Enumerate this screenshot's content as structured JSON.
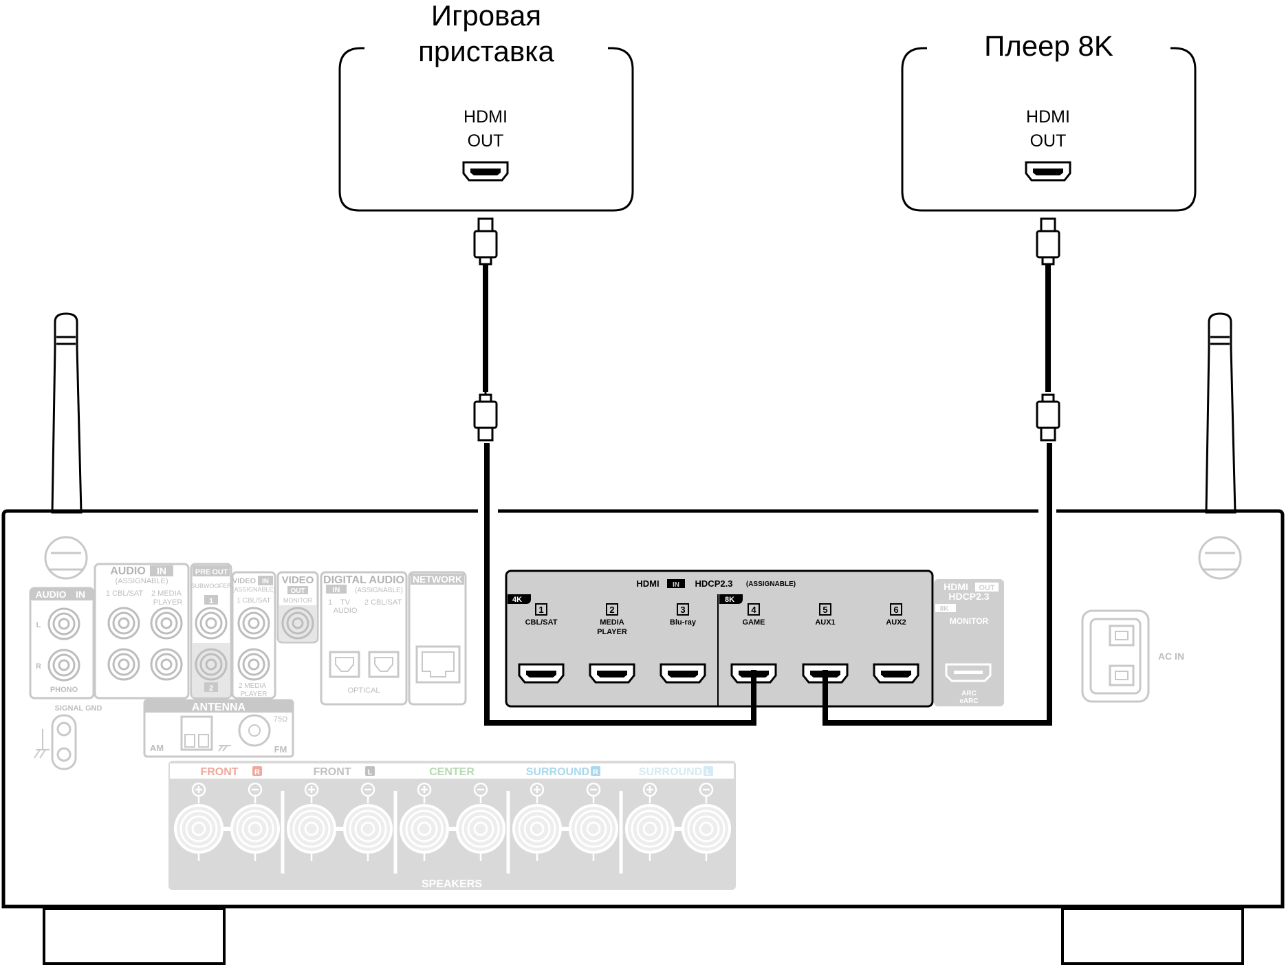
{
  "devices": {
    "game": {
      "title_line1": "Игровая",
      "title_line2": "приставка",
      "port_line1": "HDMI",
      "port_line2": "OUT"
    },
    "player": {
      "title": "Плеер 8K",
      "port_line1": "HDMI",
      "port_line2": "OUT"
    }
  },
  "receiver": {
    "hdmi_in": {
      "header_hdmi": "HDMI",
      "header_in": "IN",
      "header_hdcp": "HDCP2.3",
      "header_assignable": "(ASSIGNABLE)",
      "badge_4k": "4K",
      "badge_8k": "8K",
      "inputs": [
        {
          "num": "1",
          "line1": "CBL/SAT",
          "line2": ""
        },
        {
          "num": "2",
          "line1": "MEDIA",
          "line2": "PLAYER"
        },
        {
          "num": "3",
          "line1": "Blu-ray",
          "line2": ""
        },
        {
          "num": "4",
          "line1": "GAME",
          "line2": ""
        },
        {
          "num": "5",
          "line1": "AUX1",
          "line2": ""
        },
        {
          "num": "6",
          "line1": "AUX2",
          "line2": ""
        }
      ]
    },
    "hdmi_out": {
      "hdmi": "HDMI",
      "out": "OUT",
      "hdcp": "HDCP2.3",
      "badge_8k": "8K",
      "monitor": "MONITOR",
      "arc": "ARC",
      "earc": "eARC"
    },
    "audio_in_phono": {
      "title": "AUDIO",
      "in": "IN",
      "l": "L",
      "r": "R",
      "phono": "PHONO",
      "signal_gnd": "SIGNAL GND"
    },
    "audio_in_assignable": {
      "title": "AUDIO",
      "in": "IN",
      "assignable": "(ASSIGNABLE)",
      "col1": "1 CBL/SAT",
      "col2a": "2 MEDIA",
      "col2b": "PLAYER"
    },
    "pre_out": {
      "pre": "PRE",
      "out": "OUT",
      "subwoofer": "SUBWOOFER",
      "n1": "1",
      "n2": "2"
    },
    "video_in": {
      "video": "VIDEO",
      "in": "IN",
      "assignable": "(ASSIGNABLE)",
      "col1": "1 CBL/SAT",
      "col2a": "2 MEDIA",
      "col2b": "PLAYER"
    },
    "video_out": {
      "video": "VIDEO",
      "out": "OUT",
      "monitor": "MONITOR"
    },
    "digital_audio": {
      "title": "DIGITAL AUDIO",
      "in": "IN",
      "assignable": "(ASSIGNABLE)",
      "c1a": "1",
      "c1b": "TV",
      "c1c": "AUDIO",
      "c2": "2 CBL/SAT",
      "optical": "OPTICAL"
    },
    "network": {
      "title": "NETWORK"
    },
    "antenna": {
      "title": "ANTENNA",
      "am": "AM",
      "fm": "FM",
      "ohm": "75Ω"
    },
    "ac_in": "AC IN",
    "speakers": {
      "title": "SPEAKERS",
      "groups": [
        {
          "label": "FRONT",
          "side": "R",
          "color": "#f0a89c"
        },
        {
          "label": "FRONT",
          "side": "L",
          "color": "#ffffff"
        },
        {
          "label": "CENTER",
          "side": "",
          "color": "#b6d9b3"
        },
        {
          "label": "SURROUND",
          "side": "R",
          "color": "#a9d8ec"
        },
        {
          "label": "SURROUND",
          "side": "L",
          "color": "#d5eaf2"
        }
      ]
    }
  }
}
